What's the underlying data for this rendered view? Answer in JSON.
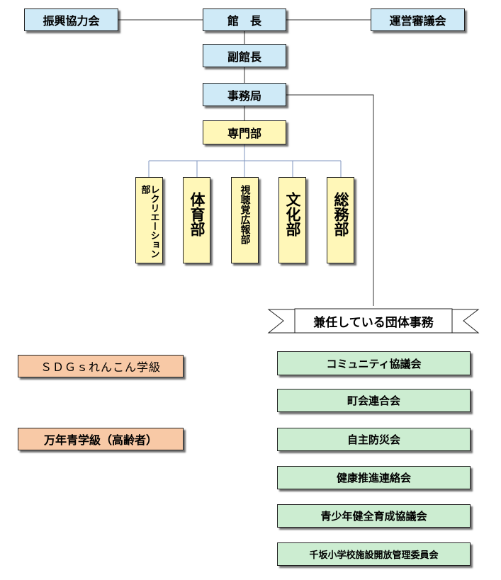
{
  "top": {
    "shinko": "振興協力会",
    "kancho": "館　長",
    "unei": "運営審議会",
    "fukukancho": "副館長",
    "jimukyoku": "事務局",
    "senmonbu": "専門部"
  },
  "departments": {
    "recreation": "レクリエーション部",
    "taiiku": "体育部",
    "shichokaku": "視聴覚広報部",
    "bunka": "文化部",
    "somu": "総務部"
  },
  "banner": {
    "label": "兼任している団体事務"
  },
  "groups": {
    "community": "コミュニティ協議会",
    "chokai": "町会連合会",
    "bosai": "自主防災会",
    "kenko": "健康推進連絡会",
    "seishonen": "青少年健全育成協議会",
    "chisaka": "千坂小学校施設開放管理委員会"
  },
  "classes": {
    "sdgs": "ＳＤＧｓれんこん学級",
    "manen": "万年青学級（高齢者）"
  },
  "colors": {
    "blue": "#cfeaf7",
    "yellow": "#fff7b8",
    "green": "#ccedd1",
    "peach": "#f8c9a6",
    "connector_dark": "#333333",
    "connector_blue": "#7f96bf"
  }
}
